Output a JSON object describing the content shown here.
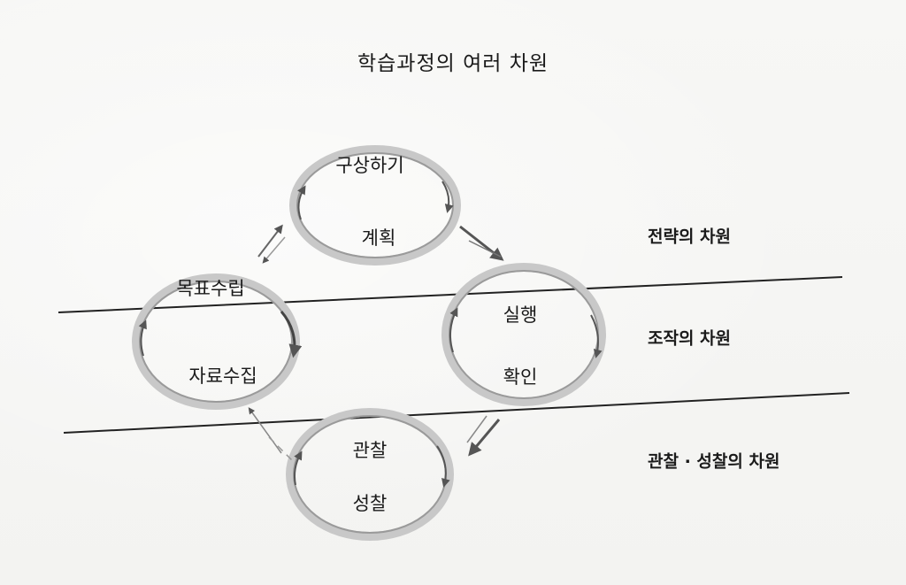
{
  "title": "학습과정의 여러 차원",
  "cycles": {
    "strategy": {
      "top": "구상하기",
      "bottom": "계획"
    },
    "goal": {
      "top": "목표수립",
      "bottom": "자료수집"
    },
    "operation": {
      "top": "실행",
      "bottom": "확인"
    },
    "reflection": {
      "top": "관찰",
      "bottom": "성찰"
    }
  },
  "dimensions": {
    "strategy": "전략의 차원",
    "operation": "조작의 차원",
    "reflection": "관찰 · 성찰의 차원"
  }
}
